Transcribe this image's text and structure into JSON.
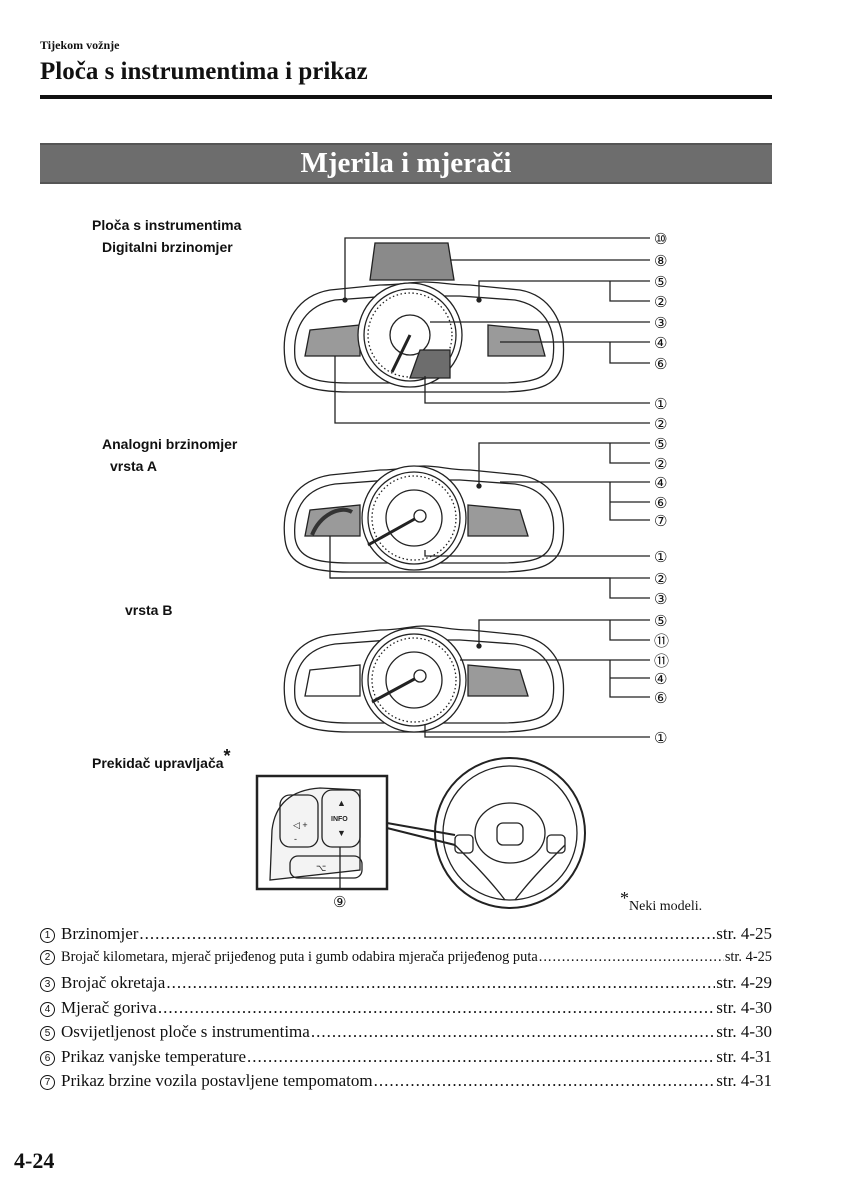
{
  "header": {
    "breadcrumb": "Tijekom vožnje",
    "title": "Ploča s instrumentima i prikaz"
  },
  "banner": {
    "title": "Mjerila i mjerači"
  },
  "figure": {
    "label_panel": "Ploča s instrumentima",
    "label_digital": "Digitalni brzinomjer",
    "label_analog": "Analogni brzinomjer",
    "label_type_a": "vrsta A",
    "label_type_b": "vrsta B",
    "label_switch": "Prekidač upravljača",
    "switch_asterisk": "*",
    "info_button": "INFO",
    "note_asterisk": "*",
    "note_text": "Neki modeli.",
    "callouts": {
      "digital": [
        "⑩",
        "⑧",
        "⑤",
        "②",
        "③",
        "④",
        "⑥",
        "①",
        "②"
      ],
      "type_a": [
        "⑤",
        "②",
        "④",
        "⑥",
        "⑦",
        "①",
        "②",
        "③"
      ],
      "type_b": [
        "⑤",
        "⑪",
        "⑪",
        "④",
        "⑥",
        "①"
      ],
      "switch": [
        "⑨"
      ]
    }
  },
  "toc": [
    {
      "num": "1",
      "text": "Brzinomjer",
      "page": "str. 4-25"
    },
    {
      "num": "2",
      "text": "Brojač kilometara, mjerač prijeđenog puta i gumb odabira mjerača prijeđenog puta",
      "page": "str. 4-25"
    },
    {
      "num": "3",
      "text": "Brojač okretaja",
      "page": "str. 4-29"
    },
    {
      "num": "4",
      "text": "Mjerač goriva",
      "page": "str. 4-30"
    },
    {
      "num": "5",
      "text": "Osvijetljenost ploče s instrumentima",
      "page": "str. 4-30"
    },
    {
      "num": "6",
      "text": "Prikaz vanjske temperature",
      "page": "str. 4-31"
    },
    {
      "num": "7",
      "text": "Prikaz brzine vozila postavljene tempomatom",
      "page": "str. 4-31"
    }
  ],
  "footer": {
    "page_number": "4-24"
  }
}
